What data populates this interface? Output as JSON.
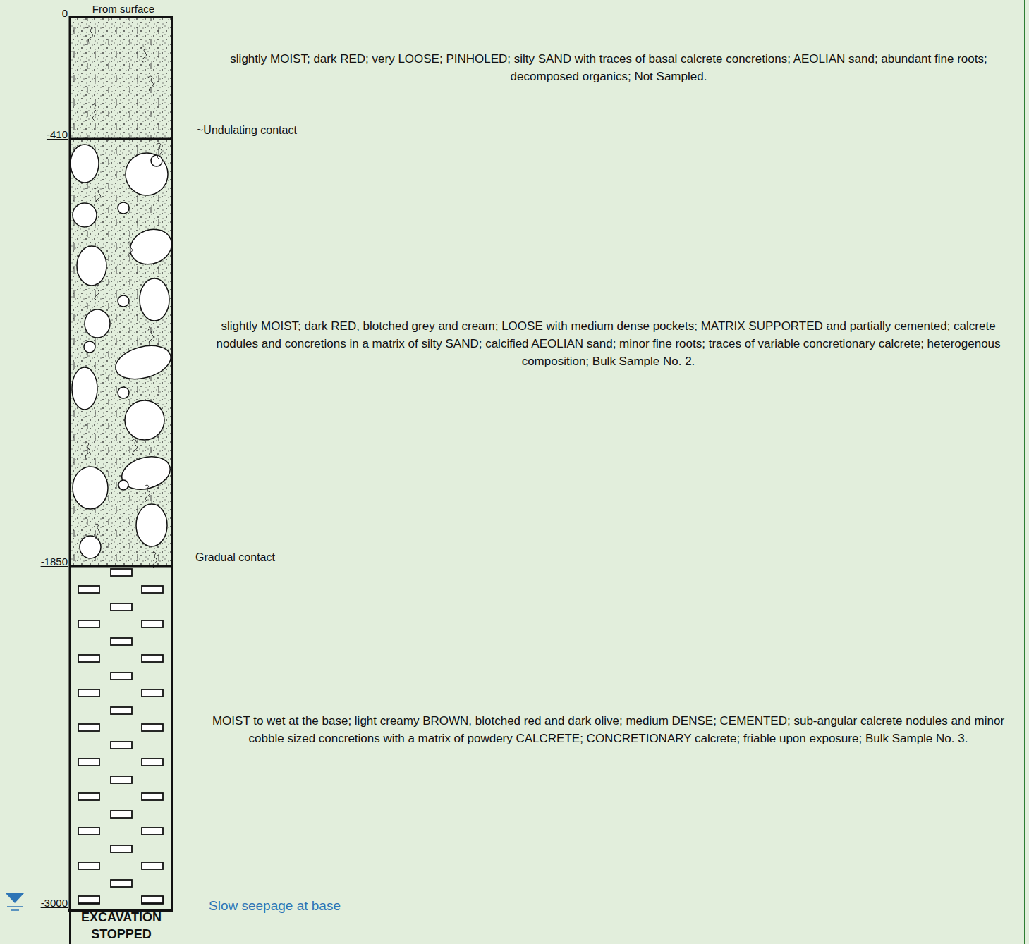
{
  "diagram": {
    "labels": [
      "0",
      "From surface",
      "slightly MOIST; dark RED; very LOOSE; PINHOLED; silty SAND with traces of basal calcrete concretions; AEOLIAN sand; abundant fine roots; decomposed organics; Not Sampled.",
      "-410",
      "~Undulating contact",
      "slightly MOIST; dark RED, blotched grey and cream; LOOSE with medium dense pockets; MATRIX SUPPORTED and partially cemented; calcrete nodules and concretions in a matrix of silty SAND; calcified AEOLIAN sand; minor fine roots; traces of variable concretionary calcrete; heterogenous composition; Bulk Sample No. 2.",
      "-1850",
      "Gradual contact",
      "MOIST to wet at the base; light creamy BROWN, blotched red and dark olive; medium DENSE; CEMENTED; sub-angular calcrete nodules and minor cobble sized concretions with a matrix of powdery CALCRETE; CONCRETIONARY calcrete; friable upon exposure; Bulk Sample No. 3.",
      "-3000",
      "Slow seepage at base",
      "EXCAVATION STOPPED"
    ]
  }
}
